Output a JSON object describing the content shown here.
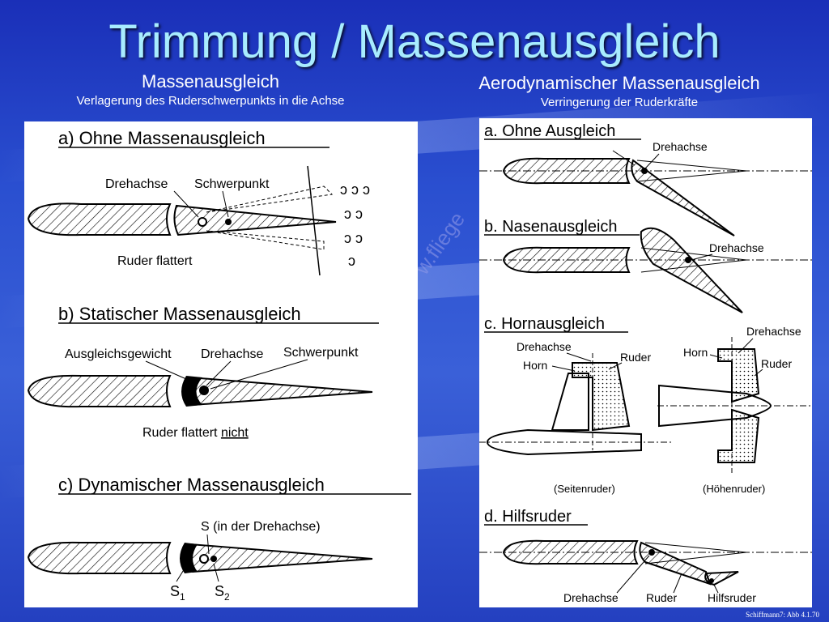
{
  "title": "Trimmung / Massenausgleich",
  "left": {
    "heading": "Massenausgleich",
    "subheading": "Verlagerung des Ruderschwerpunkts in die Achse",
    "a_title": "a) Ohne Massenausgleich",
    "a_drehachse": "Drehachse",
    "a_schwerpunkt": "Schwerpunkt",
    "a_flattert": "Ruder flattert",
    "b_title": "b) Statischer Massenausgleich",
    "b_ausgleichsgewicht": "Ausgleichsgewicht",
    "b_drehachse": "Drehachse",
    "b_schwerpunkt": "Schwerpunkt",
    "b_flattert": "Ruder flattert",
    "b_nicht": "nicht",
    "c_title": "c) Dynamischer Massenausgleich",
    "c_s_label": "S (in der Drehachse)",
    "c_s1": "S",
    "c_s1_sub": "1",
    "c_s2": "S",
    "c_s2_sub": "2"
  },
  "right": {
    "heading": "Aerodynamischer Massenausgleich",
    "subheading": "Verringerung der Ruderkräfte",
    "a_title": "a. Ohne Ausgleich",
    "a_drehachse": "Drehachse",
    "b_title": "b. Nasenausgleich",
    "b_drehachse": "Drehachse",
    "c_title": "c. Hornausgleich",
    "c_drehachse_l": "Drehachse",
    "c_horn_l": "Horn",
    "c_ruder_l": "Ruder",
    "c_drehachse_r": "Drehachse",
    "c_horn_r": "Horn",
    "c_ruder_r": "Ruder",
    "c_seitenruder": "(Seitenruder)",
    "c_hoehenruder": "(Höhenruder)",
    "d_title": "d. Hilfsruder",
    "d_drehachse": "Drehachse",
    "d_ruder": "Ruder",
    "d_hilfsruder": "Hilfsruder"
  },
  "watermark": "w.fliege",
  "footer": "Schiffmann7: Abb 4.1.70"
}
